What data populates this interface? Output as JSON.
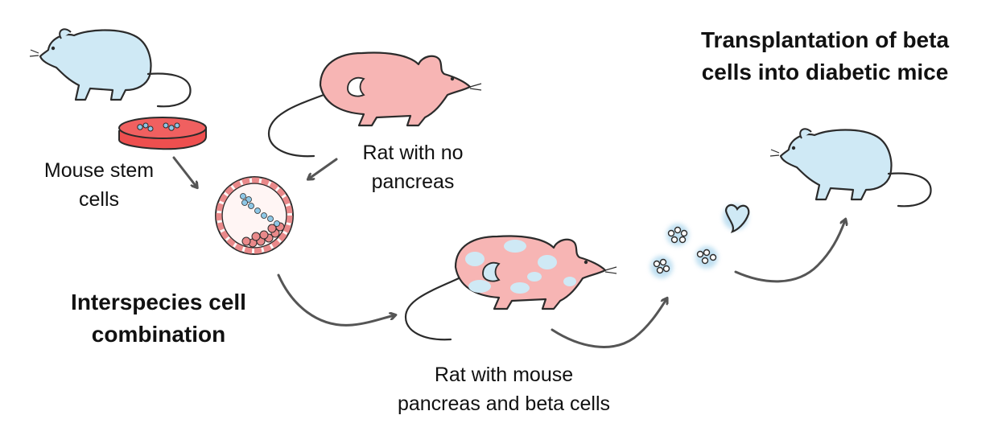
{
  "labels": {
    "mouse_stem_cells": [
      "Mouse stem",
      "cells"
    ],
    "rat_no_pancreas": [
      "Rat with no",
      "pancreas"
    ],
    "rat_mouse_pancreas": [
      "Rat with mouse",
      "pancreas and beta cells"
    ],
    "interspecies": [
      "Interspecies cell",
      "combination"
    ],
    "transplantation": [
      "Transplantation of beta",
      "cells into diabetic mice"
    ]
  },
  "colors": {
    "mouse_fill": "#cfe9f5",
    "rat_fill": "#f7b5b4",
    "dish_fill": "#ee4f4f",
    "embryo_cell": "#e9898a",
    "stem_cell": "#8ec7e6",
    "outline": "#2b2b2b",
    "arrow": "#555555"
  },
  "icons": [
    "mouse-icon",
    "rat-icon",
    "petri-dish-icon",
    "blastocyst-icon",
    "beta-cell-cluster-icon",
    "pancreas-icon",
    "arrow-icon"
  ]
}
